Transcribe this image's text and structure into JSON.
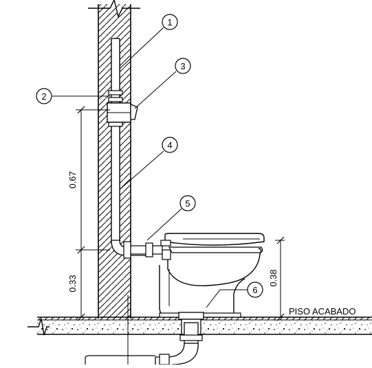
{
  "callouts": [
    {
      "label": "1"
    },
    {
      "label": "2"
    },
    {
      "label": "3"
    },
    {
      "label": "4"
    },
    {
      "label": "5"
    },
    {
      "label": "6"
    }
  ],
  "dimensions": {
    "upper": "0.67",
    "lower": "0.33",
    "bowl": "0.38"
  },
  "floor_label": "PISO ACABADO",
  "colors": {
    "line": "#000000",
    "background": "#ffffff"
  }
}
